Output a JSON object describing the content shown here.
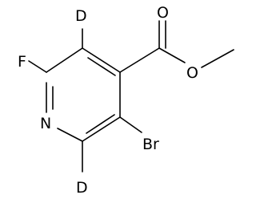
{
  "molecule": {
    "atoms": {
      "F": "F",
      "N": "N",
      "Br": "Br",
      "D_top": "D",
      "D_bottom": "D",
      "O_carbonyl": "O",
      "O_ester": "O"
    },
    "colors": {
      "bond": "#000000",
      "label": "#000000",
      "background": "#ffffff"
    }
  }
}
